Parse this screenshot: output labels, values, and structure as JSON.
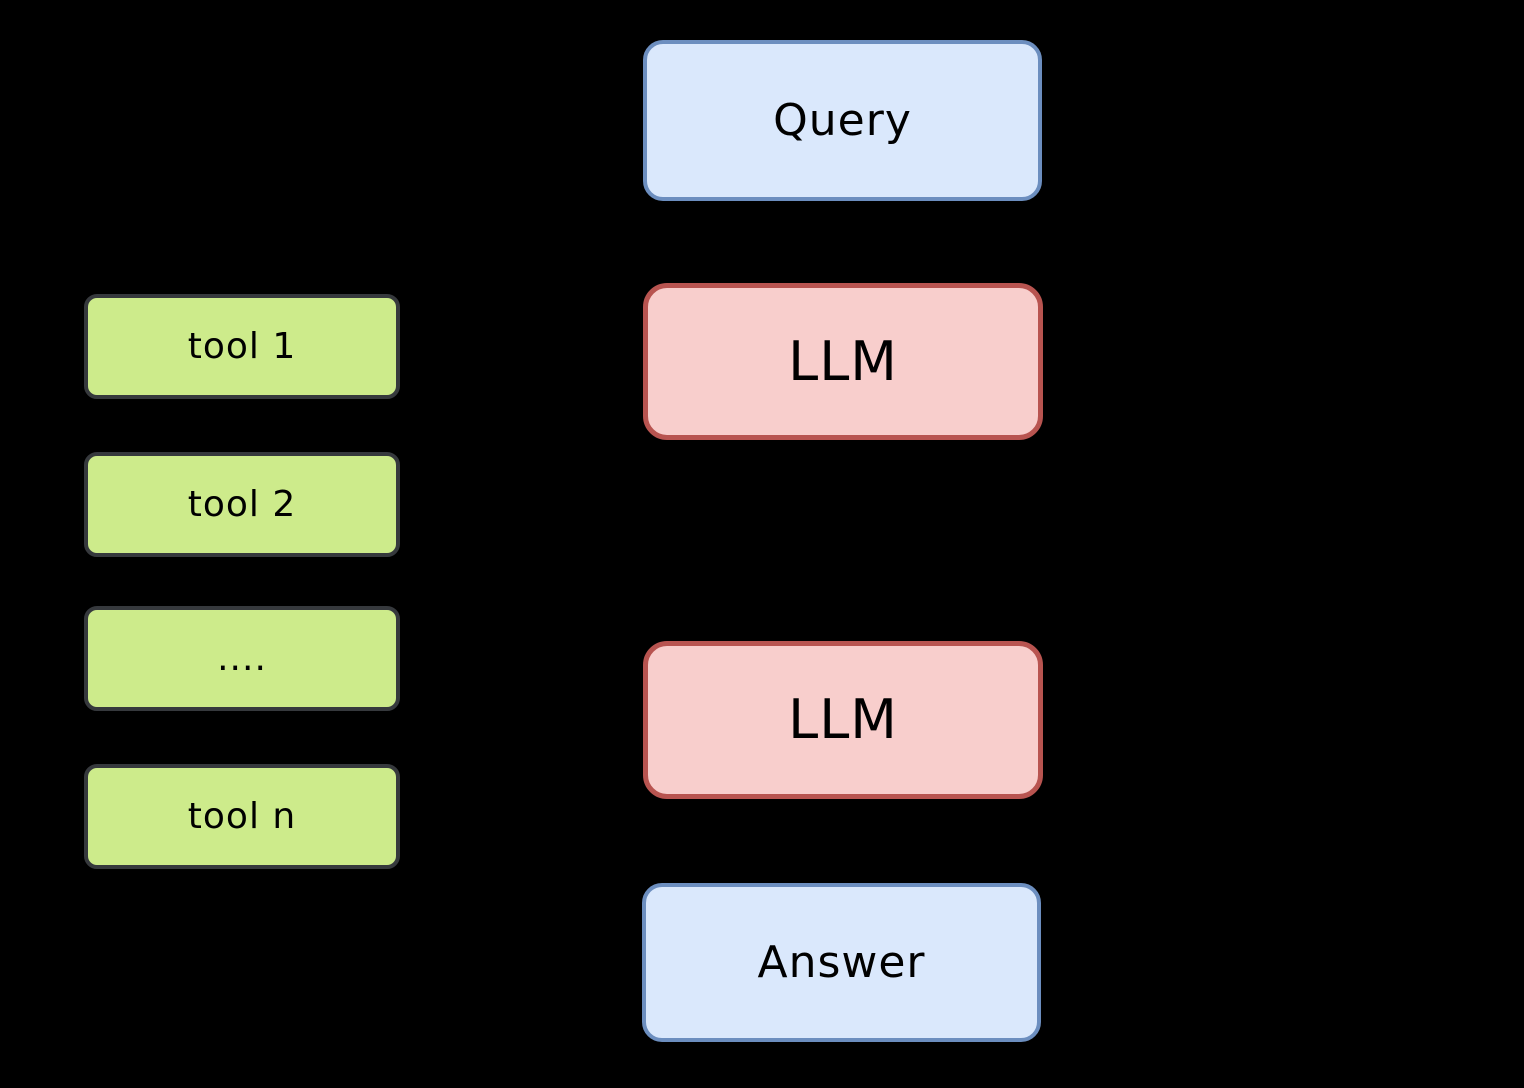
{
  "diagram": {
    "background_color": "#000000",
    "text_color": "#000000",
    "flow_column": {
      "query": {
        "label": "Query",
        "fill": "#dae8fc",
        "border": "#6c8ebf"
      },
      "llm_top": {
        "label": "LLM",
        "fill": "#f8cecc",
        "border": "#b85450"
      },
      "llm_bottom": {
        "label": "LLM",
        "fill": "#f8cecc",
        "border": "#b85450"
      },
      "answer": {
        "label": "Answer",
        "fill": "#dae8fc",
        "border": "#6c8ebf"
      }
    },
    "tools_column": {
      "fill": "#cdeb8b",
      "border": "#36393d",
      "items": [
        {
          "label": "tool 1"
        },
        {
          "label": "tool 2"
        },
        {
          "label": "...."
        },
        {
          "label": "tool n"
        }
      ]
    }
  }
}
